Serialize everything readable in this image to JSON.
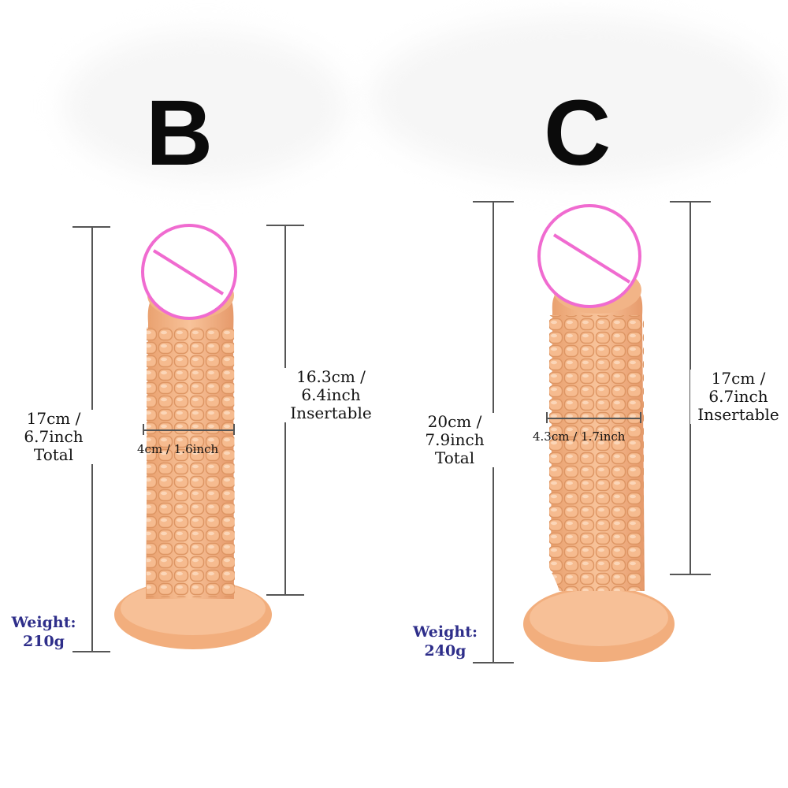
{
  "variants": [
    {
      "letter": "B",
      "total": [
        "17cm /",
        "6.7inch",
        "Total"
      ],
      "insertable": [
        "16.3cm /",
        "6.4inch",
        "Insertable"
      ],
      "width": "4cm / 1.6inch",
      "weight": [
        "Weight:",
        "210g"
      ]
    },
    {
      "letter": "C",
      "total": [
        "20cm /",
        "7.9inch",
        "Total"
      ],
      "insertable": [
        "17cm /",
        "6.7inch",
        "Insertable"
      ],
      "width": "4.3cm / 1.7inch",
      "weight": [
        "Weight:",
        "240g"
      ]
    }
  ],
  "colors": {
    "body": "#f6b98a",
    "body_shadow": "#e79d6b",
    "censor": "#f06bd0",
    "weight_text": "#2e2e8a"
  }
}
